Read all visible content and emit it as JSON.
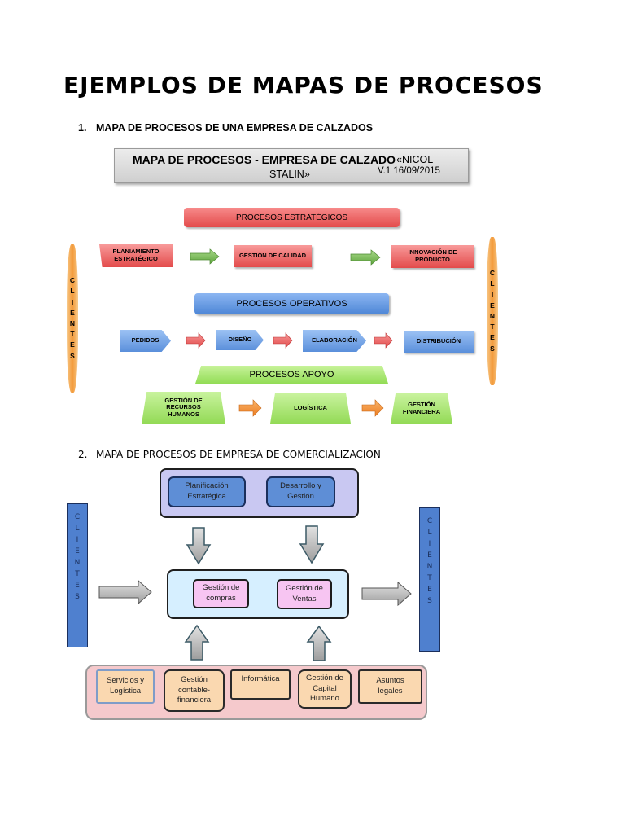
{
  "document": {
    "title": "EJEMPLOS DE MAPAS DE PROCESOS"
  },
  "section1": {
    "number": "1.",
    "heading": "MAPA DE PROCESOS DE UNA EMPRESA DE CALZADOS",
    "header": {
      "main": "MAPA DE PROCESOS - EMPRESA DE CALZADO",
      "client_line1": "«NICOL -",
      "client_line2": "STALIN»",
      "version": "V.1    16/09/2015"
    },
    "strategic": {
      "label": "PROCESOS  ESTRATÉGICOS",
      "items": [
        "PLANIAMIENTO ESTRATÉGICO",
        "GESTIÓN DE CALIDAD",
        "INNOVACIÓN  DE PRODUCTO"
      ]
    },
    "operative": {
      "label": "PROCESOS OPERATIVOS",
      "items": [
        "PEDIDOS",
        "DISEÑO",
        "ELABORACIÓN",
        "DISTRIBUCIÓN"
      ]
    },
    "support": {
      "label": "PROCESOS  APOYO",
      "items": [
        "GESTIÓN DE RECURSOS HUMANOS",
        "LOGÍSTICA",
        "GESTIÓN FINANCIERA"
      ]
    },
    "clients_letters": [
      "C",
      "L",
      "I",
      "E",
      "N",
      "T",
      "E",
      "S"
    ],
    "colors": {
      "strategic": "#e34b4b",
      "operative": "#4d86d6",
      "support": "#92dc55",
      "clients": "#f39a3a"
    }
  },
  "section2": {
    "number": "2.",
    "heading": "MAPA DE PROCESOS DE EMPRESA DE COMERCIALIZACION",
    "strategic_items": [
      "Planificación Estratégica",
      "Desarrollo   y Gestión"
    ],
    "core_items": [
      "Gestión de compras",
      "Gestión de Ventas"
    ],
    "support_items": [
      "Servicios y Logística",
      "Gestión contable-financiera",
      "Informática",
      "Gestión de Capital Humano",
      "Asuntos legales"
    ],
    "clients_letters": [
      "C",
      "L",
      "I",
      "E",
      "N",
      "T",
      "E",
      "S"
    ],
    "colors": {
      "strategic_container": "#c9c8f2",
      "core_container": "#d6efff",
      "support_container": "#f5c9cc",
      "clients": "#4f80cf"
    }
  }
}
